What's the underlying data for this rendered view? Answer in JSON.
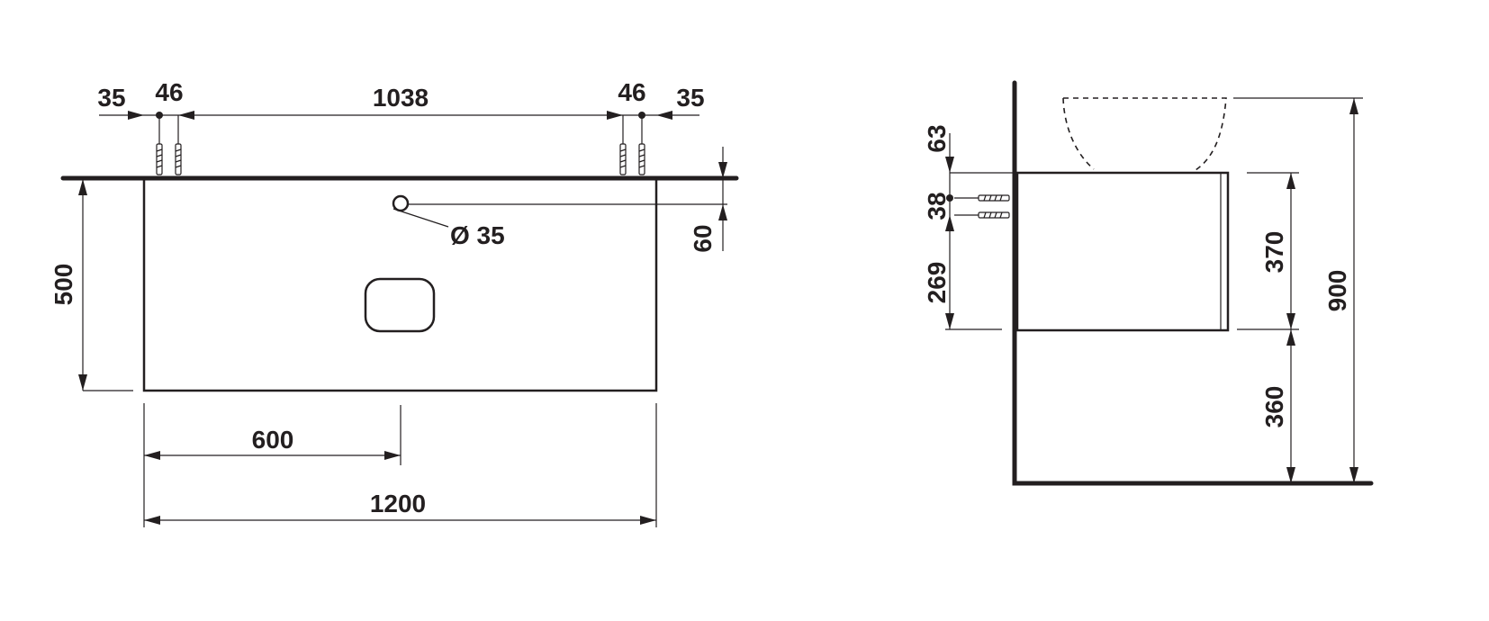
{
  "front_view": {
    "dim_left_edge": "35",
    "dim_left_hole": "46",
    "dim_between_holes": "1038",
    "dim_right_hole": "46",
    "dim_right_edge": "35",
    "dim_height": "500",
    "dim_tap_hole": "Ø 35",
    "dim_tap_offset": "60",
    "dim_center": "600",
    "dim_width": "1200"
  },
  "side_view": {
    "dim_top_offset": "63",
    "dim_hole_spacing": "38",
    "dim_lower_offset": "269",
    "dim_cabinet_height": "370",
    "dim_floor_clearance": "360",
    "dim_total_height": "900"
  }
}
